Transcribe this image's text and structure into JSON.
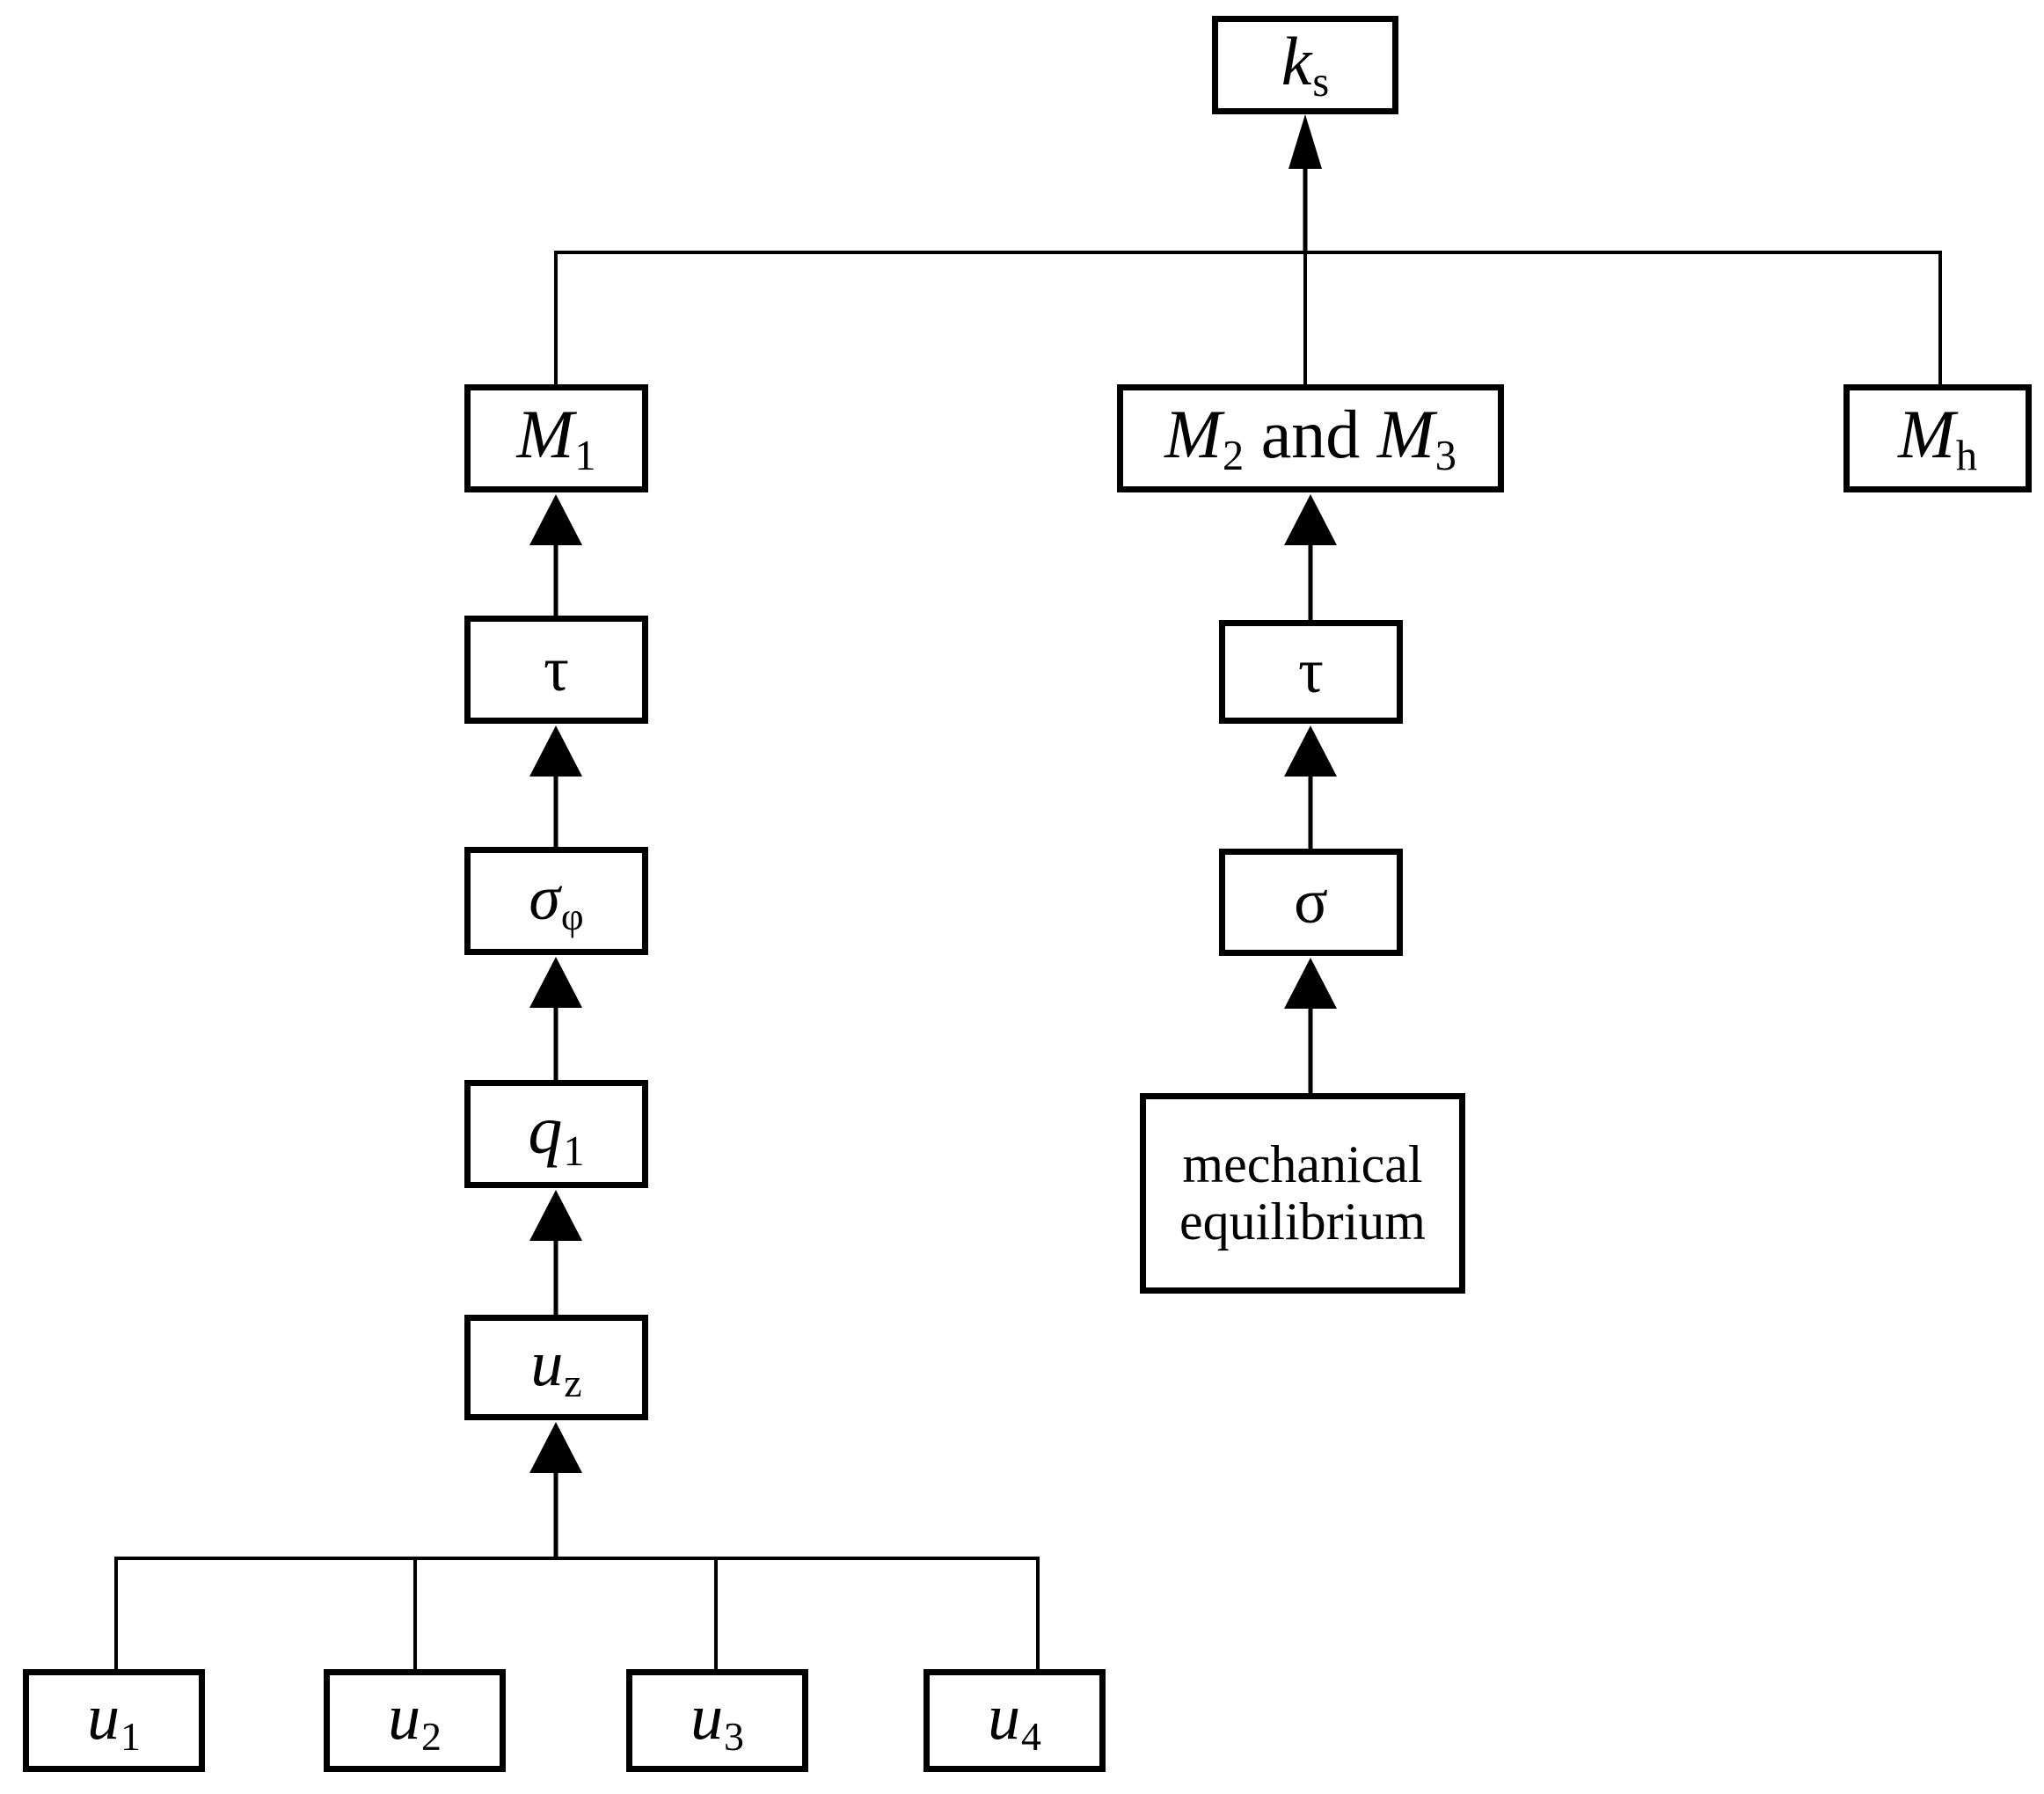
{
  "diagram": {
    "title": "multi-level model dependency flowchart",
    "background_color": "#ffffff",
    "line_color": "#000000"
  },
  "nodes": {
    "ks": {
      "id": "ks",
      "label": "ks",
      "base": "k",
      "sub": "s",
      "sub_style": "upright"
    },
    "m1": {
      "id": "m1",
      "label": "M1",
      "base": "M",
      "sub": "1",
      "sub_style": "upright"
    },
    "m2m3": {
      "id": "m2m3",
      "label": "M2 and M3",
      "base": "M",
      "sub": "2",
      "sub_style": "upright",
      "mid": " and ",
      "base2": "M",
      "sub2": "3"
    },
    "mh": {
      "id": "mh",
      "label": "Mh",
      "base": "M",
      "sub": "h",
      "sub_style": "upright"
    },
    "tau_left": {
      "id": "tau_left",
      "label": "τ"
    },
    "sigma_phi": {
      "id": "sigma_phi",
      "label": "σφ",
      "base": "σ",
      "sub": "φ",
      "sub_style": "upright"
    },
    "q1": {
      "id": "q1",
      "label": "q1",
      "base": "q",
      "sub": "1",
      "sub_style": "upright"
    },
    "uz": {
      "id": "uz",
      "label": "uz",
      "base": "u",
      "sub": "z",
      "sub_style": "upright"
    },
    "tau_mid": {
      "id": "tau_mid",
      "label": "τ"
    },
    "sigma": {
      "id": "sigma",
      "label": "σ"
    },
    "mech": {
      "id": "mech",
      "label": "mechanical equilibrium",
      "line1": "mechanical",
      "line2": "equilibrium"
    },
    "u1": {
      "id": "u1",
      "label": "u1",
      "base": "u",
      "sub": "1",
      "sub_style": "upright"
    },
    "u2": {
      "id": "u2",
      "label": "u2",
      "base": "u",
      "sub": "2",
      "sub_style": "upright"
    },
    "u3": {
      "id": "u3",
      "label": "u3",
      "base": "u",
      "sub": "3",
      "sub_style": "upright"
    },
    "u4": {
      "id": "u4",
      "label": "u4",
      "base": "u",
      "sub": "4",
      "sub_style": "upright"
    }
  },
  "edges": [
    {
      "from": "m1",
      "to": "ks",
      "type": "bracket-arrow"
    },
    {
      "from": "m2m3",
      "to": "ks",
      "type": "bracket-arrow"
    },
    {
      "from": "mh",
      "to": "ks",
      "type": "bracket-arrow"
    },
    {
      "from": "tau_left",
      "to": "m1",
      "type": "arrow"
    },
    {
      "from": "sigma_phi",
      "to": "tau_left",
      "type": "arrow"
    },
    {
      "from": "q1",
      "to": "sigma_phi",
      "type": "arrow"
    },
    {
      "from": "uz",
      "to": "q1",
      "type": "arrow"
    },
    {
      "from": "u1",
      "to": "uz",
      "type": "bracket-arrow"
    },
    {
      "from": "u2",
      "to": "uz",
      "type": "bracket-arrow"
    },
    {
      "from": "u3",
      "to": "uz",
      "type": "bracket-arrow"
    },
    {
      "from": "u4",
      "to": "uz",
      "type": "bracket-arrow"
    },
    {
      "from": "tau_mid",
      "to": "m2m3",
      "type": "arrow"
    },
    {
      "from": "sigma",
      "to": "tau_mid",
      "type": "arrow"
    },
    {
      "from": "mech",
      "to": "sigma",
      "type": "arrow"
    }
  ]
}
